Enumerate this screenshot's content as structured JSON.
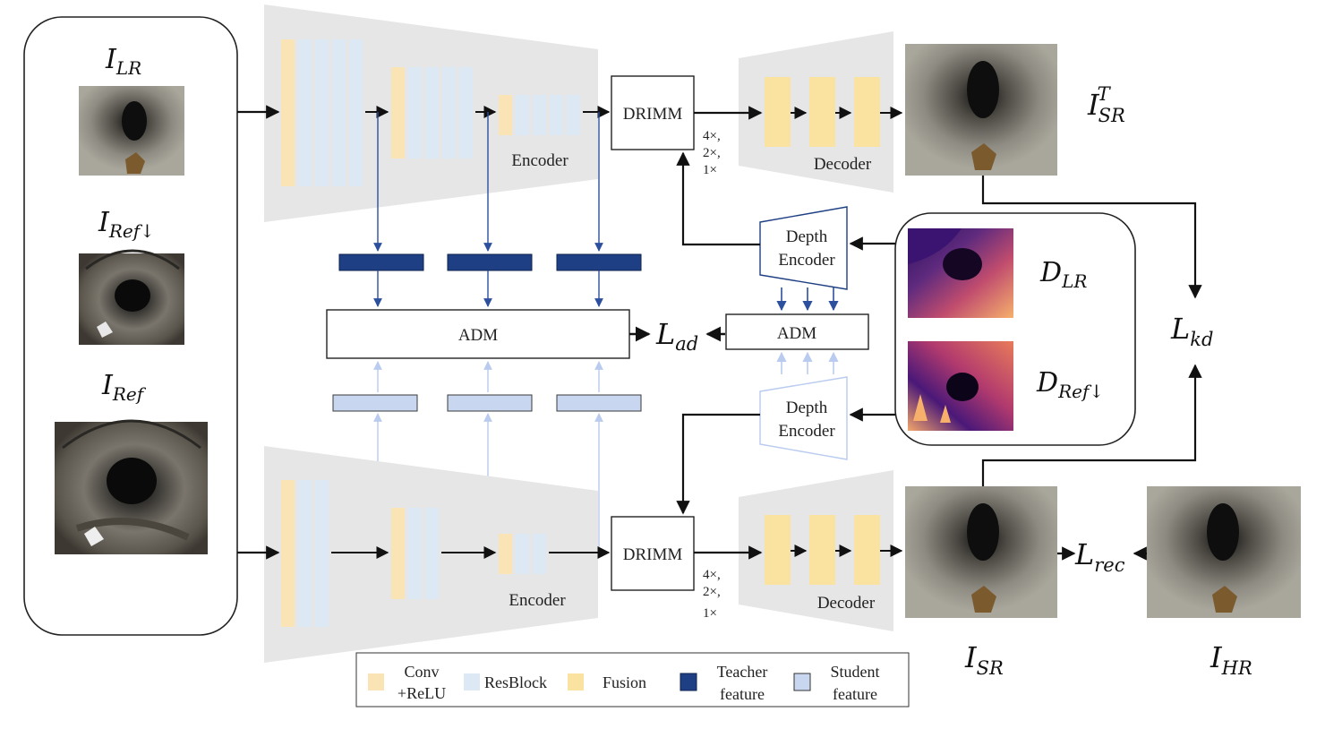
{
  "colors": {
    "conv": "#fae3b4",
    "resblock": "#dde8f5",
    "fusion": "#fae3a0",
    "teacher": "#1e3f84",
    "student": "#c8d6f0",
    "trapezoid": "#e6e6e6",
    "arrow": "#111111",
    "teacher_arrow": "#2c4f9e",
    "student_arrow": "#b9cbee"
  },
  "inputs": {
    "lr_base": "I",
    "lr_sub": "LR",
    "refdown_base": "I",
    "refdown_sub": "Ref↓",
    "ref_base": "I",
    "ref_sub": "Ref"
  },
  "teacher": {
    "encoder_label": "Encoder",
    "drimm_label": "DRIMM",
    "scales": [
      "4×,",
      "2×,",
      "1×"
    ],
    "decoder_label": "Decoder",
    "output_base": "I",
    "output_sub": "SR",
    "output_sup": "T"
  },
  "student": {
    "encoder_label": "Encoder",
    "drimm_label": "DRIMM",
    "scales": [
      "4×,",
      "2×,",
      "1×"
    ],
    "decoder_label": "Decoder",
    "output_base": "I",
    "output_sub": "SR"
  },
  "adm": {
    "main_label": "ADM",
    "small_label": "ADM",
    "loss_base": "L",
    "loss_sub": "ad"
  },
  "depth": {
    "top_line1": "Depth",
    "top_line2": "Encoder",
    "bottom_line1": "Depth",
    "bottom_line2": "Encoder",
    "d_lr_base": "D",
    "d_lr_sub": "LR",
    "d_ref_base": "D",
    "d_ref_sub": "Ref↓"
  },
  "losses": {
    "kd_base": "L",
    "kd_sub": "kd",
    "rec_base": "L",
    "rec_sub": "rec"
  },
  "hr": {
    "base": "I",
    "sub": "HR"
  },
  "legend": {
    "conv_line1": "Conv",
    "conv_line2": "+ReLU",
    "resblock": "ResBlock",
    "fusion": "Fusion",
    "teacher_line1": "Teacher",
    "teacher_line2": "feature",
    "student_line1": "Student",
    "student_line2": "feature"
  }
}
